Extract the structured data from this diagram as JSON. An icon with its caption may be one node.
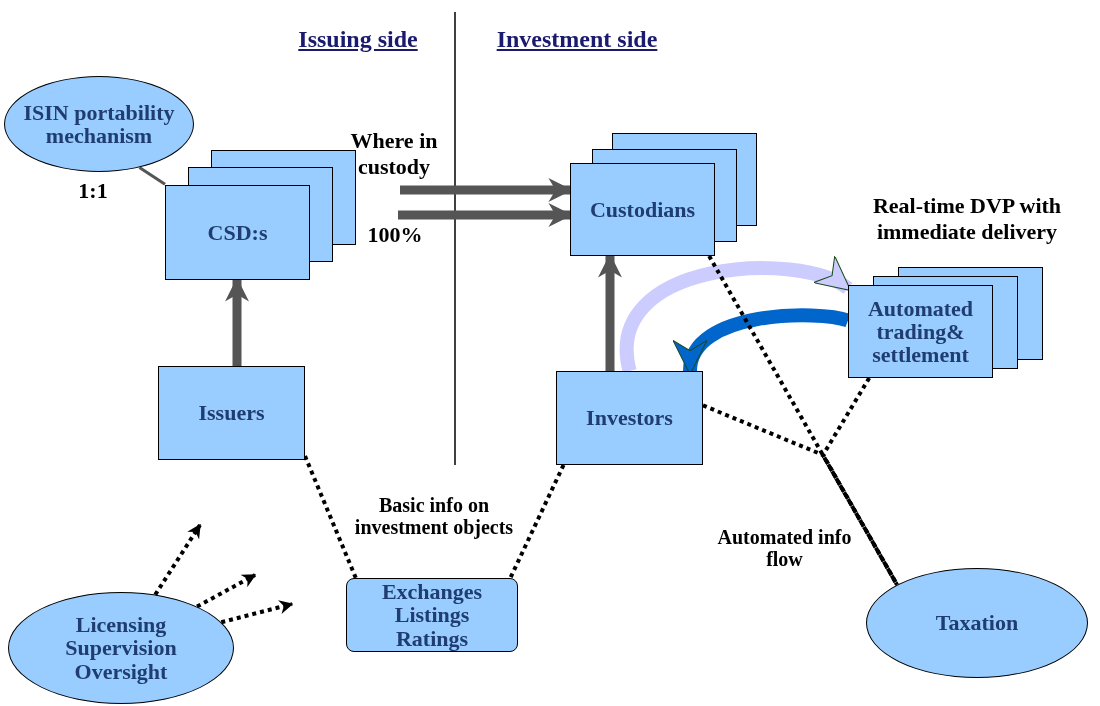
{
  "diagram": {
    "nodes": [
      {
        "text": [
          "ISIN portability mechanism"
        ]
      },
      {
        "text": [
          "CSD:s"
        ]
      },
      {
        "text": [
          "Custodians"
        ]
      },
      {
        "text": [
          "Automated trading& settlement"
        ]
      },
      {
        "text": [
          "Issuers"
        ]
      },
      {
        "text": [
          "Investors"
        ]
      },
      {
        "text": [
          "Exchanges",
          "Listings",
          "Ratings"
        ]
      },
      {
        "text": [
          "Licensing",
          "Supervision",
          "Oversight"
        ]
      },
      {
        "text": [
          "Taxation"
        ]
      }
    ],
    "edges": [
      {
        "from": 0,
        "to": 1,
        "arrow": "none",
        "color": "#555555",
        "label": "1:1"
      },
      {
        "from": 4,
        "to": 1,
        "arrow": "to",
        "style": "thick",
        "color": "#555555"
      },
      {
        "from": 5,
        "to": 2,
        "arrow": "to",
        "style": "thick",
        "color": "#555555"
      },
      {
        "from": null,
        "to": 2,
        "arrow": "to",
        "style": "thick",
        "color": "#555555",
        "label": "Where in custody"
      },
      {
        "from": null,
        "to": 2,
        "arrow": "to",
        "style": "thick",
        "color": "#555555",
        "label": "100%"
      },
      {
        "from": 5,
        "to": 3,
        "arrow": "to",
        "style": "thick",
        "color": "#ccccff",
        "label": "Real-time DVP with immediate delivery"
      },
      {
        "from": 3,
        "to": 5,
        "arrow": "to",
        "style": "thick",
        "color": "#0066cc"
      },
      {
        "from": 4,
        "to": 6,
        "arrow": "none",
        "style": "dashed"
      },
      {
        "from": 5,
        "to": 6,
        "arrow": "none",
        "style": "dashed"
      },
      {
        "from": 2,
        "to": 8,
        "arrow": "none",
        "style": "dashed"
      },
      {
        "from": 5,
        "to": 8,
        "arrow": "none",
        "style": "dashed"
      },
      {
        "from": 3,
        "to": 8,
        "arrow": "none",
        "style": "dashed"
      },
      {
        "from": 7,
        "to": null,
        "arrow": "to",
        "style": "dashed"
      },
      {
        "from": 7,
        "to": null,
        "arrow": "to",
        "style": "dashed"
      },
      {
        "from": 7,
        "to": null,
        "arrow": "to",
        "style": "dashed"
      }
    ],
    "labels": [
      "Issuing side",
      "Investment side",
      "Basic info on investment objects",
      "Automated info flow"
    ]
  }
}
